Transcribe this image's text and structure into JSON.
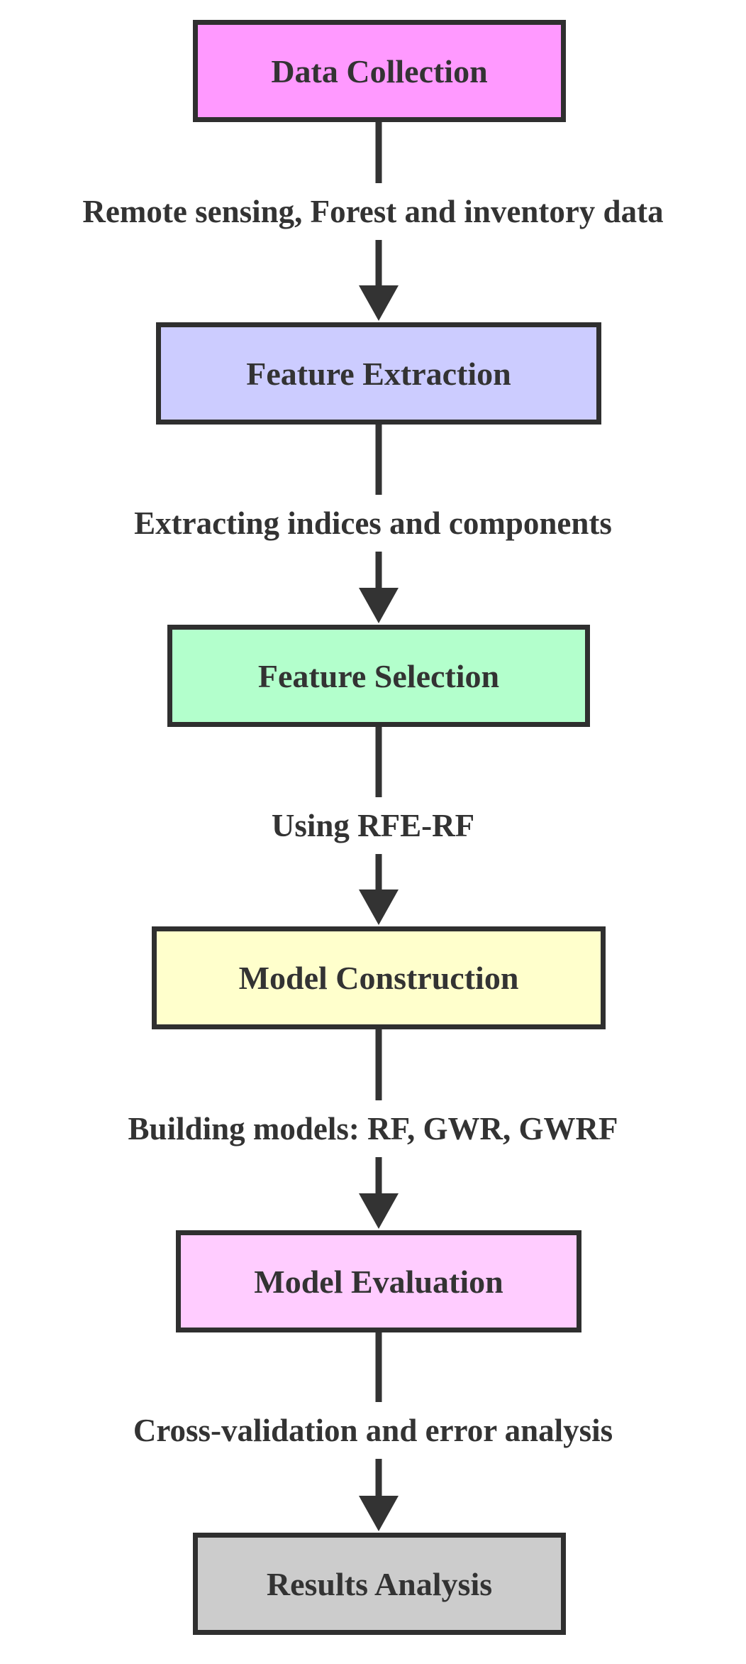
{
  "nodes": [
    {
      "id": "data-collection",
      "label": "Data Collection",
      "color": "#ff99ff"
    },
    {
      "id": "feature-extraction",
      "label": "Feature Extraction",
      "color": "#ccccff"
    },
    {
      "id": "feature-selection",
      "label": "Feature Selection",
      "color": "#b3ffcc"
    },
    {
      "id": "model-construction",
      "label": "Model Construction",
      "color": "#ffffcc"
    },
    {
      "id": "model-evaluation",
      "label": "Model Evaluation",
      "color": "#ffccff"
    },
    {
      "id": "results-analysis",
      "label": "Results Analysis",
      "color": "#cccccc"
    }
  ],
  "edges": [
    {
      "from": "data-collection",
      "to": "feature-extraction",
      "label": "Remote sensing, Forest and inventory data"
    },
    {
      "from": "feature-extraction",
      "to": "feature-selection",
      "label": "Extracting indices and components"
    },
    {
      "from": "feature-selection",
      "to": "model-construction",
      "label": "Using RFE-RF"
    },
    {
      "from": "model-construction",
      "to": "model-evaluation",
      "label": "Building models: RF, GWR, GWRF"
    },
    {
      "from": "model-evaluation",
      "to": "results-analysis",
      "label": "Cross-validation and error analysis"
    }
  ],
  "line_color": "#333333",
  "border_color": "#2f2f2f"
}
